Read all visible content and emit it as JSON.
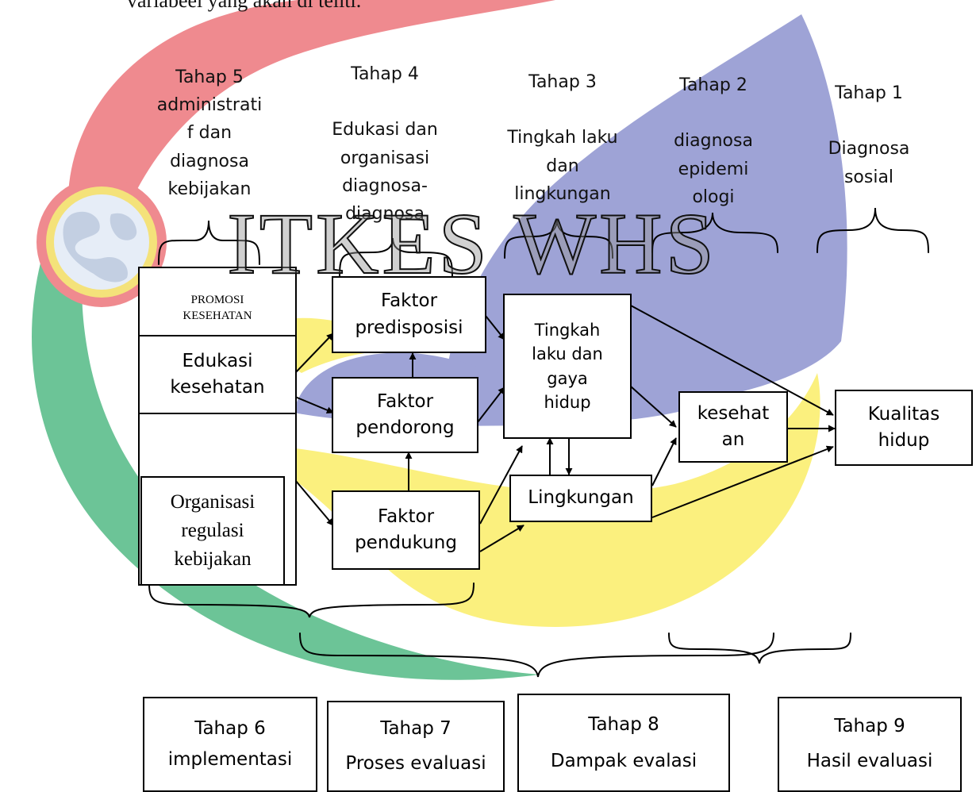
{
  "top_text": "variabeel yang akan di teliti.",
  "watermark": "ITKES WHS",
  "stages_top": [
    {
      "id": "t5",
      "text": "Tahap 5\nadministrati\nf dan\ndiagnosa\nkebijakan"
    },
    {
      "id": "t4",
      "text": "Tahap 4\n\nEdukasi dan\norganisasi\ndiagnosa-\ndiagnosa"
    },
    {
      "id": "t3",
      "text": "Tahap 3\n\nTingkah laku\ndan\nlingkungan"
    },
    {
      "id": "t2",
      "text": "Tahap 2\n\ndiagnosa\nepidemi\nologi"
    },
    {
      "id": "t1",
      "text": "Tahap 1\n\nDiagnosa\nsosial"
    }
  ],
  "boxes": {
    "promosi": "PROMOSI\nKESEHATAN",
    "edukasi": "Edukasi\nkesehatan",
    "organisasi": "Organisasi\nregulasi\nkebijakan",
    "predisposisi": "Faktor\npredisposisi",
    "pendorong": "Faktor\npendorong",
    "pendukung": "Faktor\npendukung",
    "tingkah": "Tingkah\nlaku dan\ngaya\nhidup",
    "lingkungan": "Lingkungan",
    "kesehatan": "kesehat\nan",
    "kualitas": "Kualitas\nhidup"
  },
  "stages_bottom": [
    {
      "id": "t6",
      "text": "Tahap 6\nimplementasi"
    },
    {
      "id": "t7",
      "text": "Tahap 7\nProses evaluasi"
    },
    {
      "id": "t8",
      "text": "Tahap 8\nDampak evalasi"
    },
    {
      "id": "t9",
      "text": "Tahap 9\nHasil evaluasi"
    }
  ],
  "colors": {
    "red": "#ef8a8f",
    "blue": "#9ea3d6",
    "yellow": "#fbf07e",
    "green": "#6cc497",
    "gold": "#f4e27a"
  }
}
